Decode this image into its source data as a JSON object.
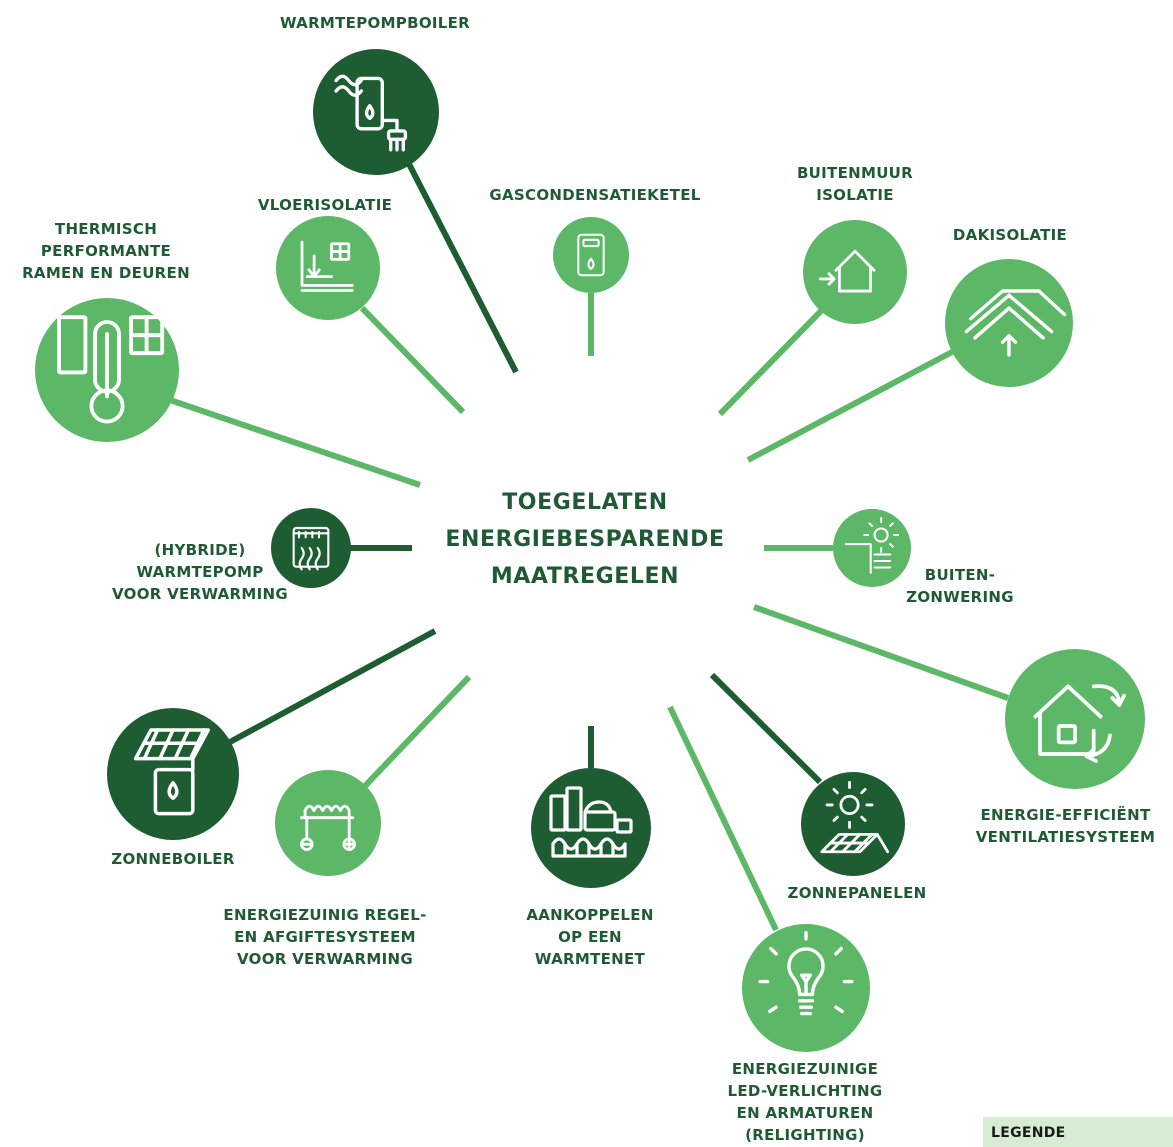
{
  "center_title": "TOEGELATEN\nENERGIEBESPARENDE\nMAATREGELEN",
  "legend_title": "LEGENDE",
  "colors": {
    "light": "#5cb867",
    "dark": "#1e5c32",
    "label": "#1f5a35"
  },
  "measures": [
    {
      "id": "warmtepompboiler",
      "label": "WARMTEPOMPBOILER",
      "tone": "dark",
      "icon": "heat-pump-boiler-icon"
    },
    {
      "id": "vloerisolatie",
      "label": "VLOERISOLATIE",
      "tone": "light",
      "icon": "floor-insulation-icon"
    },
    {
      "id": "gascondensatieketel",
      "label": "GASCONDENSATIEKETEL",
      "tone": "light",
      "icon": "gas-boiler-icon"
    },
    {
      "id": "buitenmuur-isolatie",
      "label": "BUITENMUUR\nISOLATIE",
      "tone": "light",
      "icon": "wall-insulation-icon"
    },
    {
      "id": "dakisolatie",
      "label": "DAKISOLATIE",
      "tone": "light",
      "icon": "roof-insulation-icon"
    },
    {
      "id": "ramen-deuren",
      "label": "THERMISCH\nPERFORMANTE\nRAMEN EN DEUREN",
      "tone": "light",
      "icon": "window-thermometer-icon"
    },
    {
      "id": "hybride-warmtepomp",
      "label": "(HYBRIDE)\nWARMTEPOMP\nVOOR VERWARMING",
      "tone": "dark",
      "icon": "heat-pump-icon"
    },
    {
      "id": "buitenzonwering",
      "label": "BUITEN-\nZONWERING",
      "tone": "light",
      "icon": "sun-shade-icon"
    },
    {
      "id": "ventilatiesysteem",
      "label": "ENERGIE-EFFICIËNT\nVENTILATIESYSTEEM",
      "tone": "light",
      "icon": "ventilation-icon"
    },
    {
      "id": "zonneboiler",
      "label": "ZONNEBOILER",
      "tone": "dark",
      "icon": "solar-boiler-icon"
    },
    {
      "id": "regelsysteem",
      "label": "ENERGIEZUINIG REGEL-\nEN AFGIFTESYSTEEM\nVOOR VERWARMING",
      "tone": "light",
      "icon": "radiator-icon"
    },
    {
      "id": "warmtenet",
      "label": "AANKOPPELEN\nOP EEN\nWARMTENET",
      "tone": "dark",
      "icon": "district-heating-icon"
    },
    {
      "id": "zonnepanelen",
      "label": "ZONNEPANELEN",
      "tone": "dark",
      "icon": "solar-panel-icon"
    },
    {
      "id": "led-verlichting",
      "label": "ENERGIEZUINIGE\nLED-VERLICHTING\nEN ARMATUREN\n(RELIGHTING)",
      "tone": "light",
      "icon": "light-bulb-icon"
    }
  ]
}
